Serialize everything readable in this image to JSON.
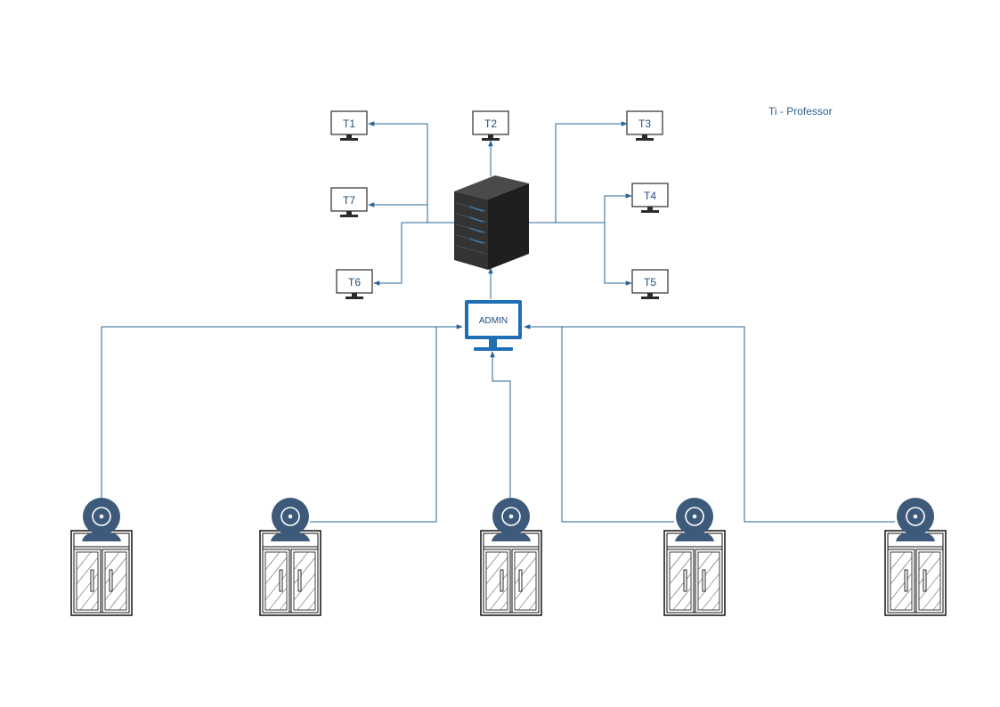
{
  "legend": "Ti - Professor",
  "server": {
    "icon": "server-tower-icon"
  },
  "admin": {
    "label": "ADMIN",
    "icon": "monitor-icon"
  },
  "terminals": [
    {
      "id": "t1",
      "label": "T1"
    },
    {
      "id": "t2",
      "label": "T2"
    },
    {
      "id": "t3",
      "label": "T3"
    },
    {
      "id": "t4",
      "label": "T4"
    },
    {
      "id": "t5",
      "label": "T5"
    },
    {
      "id": "t6",
      "label": "T6"
    },
    {
      "id": "t7",
      "label": "T7"
    }
  ],
  "doors": [
    {
      "id": "door-1",
      "icon": "webcam-door-icon"
    },
    {
      "id": "door-2",
      "icon": "webcam-door-icon"
    },
    {
      "id": "door-3",
      "icon": "webcam-door-icon"
    },
    {
      "id": "door-4",
      "icon": "webcam-door-icon"
    },
    {
      "id": "door-5",
      "icon": "webcam-door-icon"
    }
  ],
  "colors": {
    "line": "#2a6496",
    "admin": "#1f6fb5",
    "server_dark": "#2b2b2b",
    "server_led": "#2f8fe0",
    "camera": "#3d5a7a"
  }
}
